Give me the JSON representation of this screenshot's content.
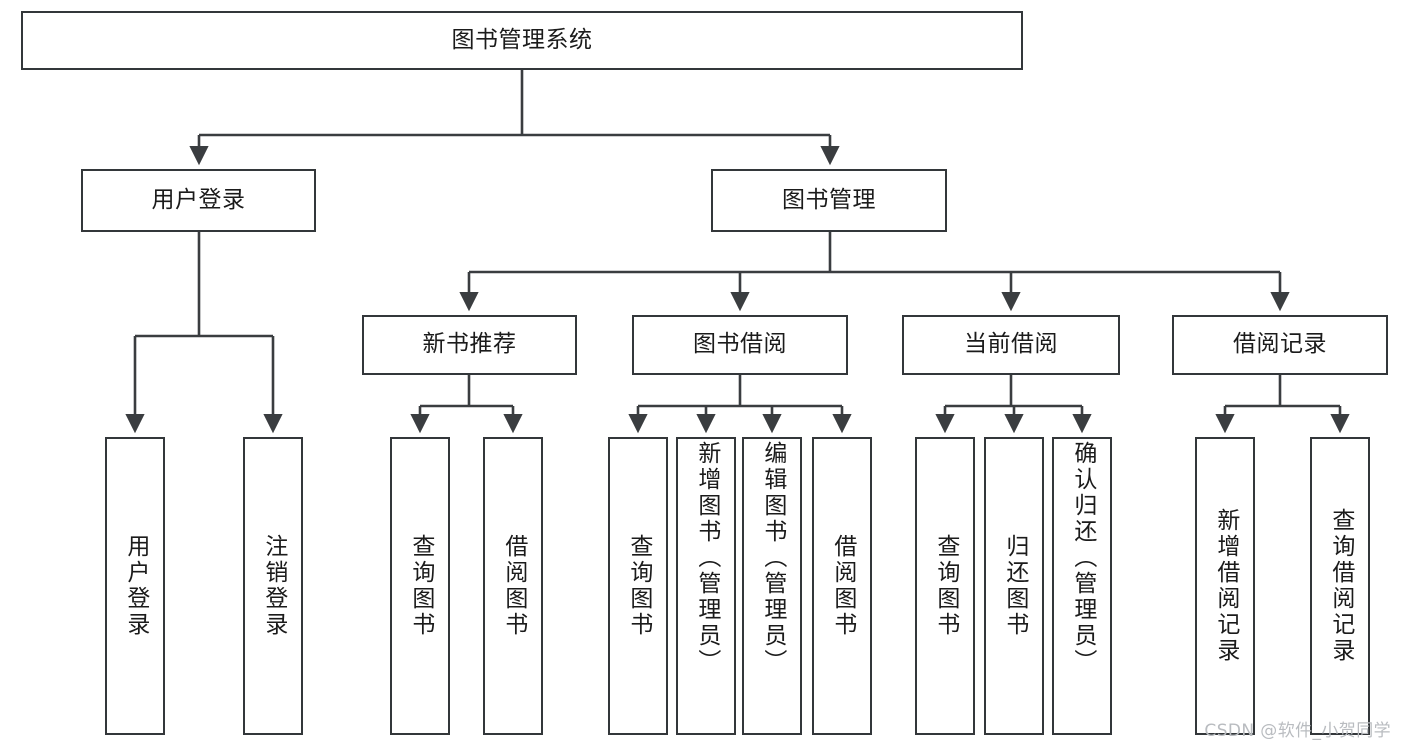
{
  "diagram": {
    "title": "图书管理系统",
    "type": "tree",
    "watermark": "CSDN @软件_小贺同学",
    "colors": {
      "box_border": "#33373a",
      "box_fill": "#ffffff",
      "connector": "#3a3d40",
      "text": "#1b1b1b",
      "watermark": "#b9bcc0",
      "background": "#ffffff"
    },
    "root": {
      "label": "图书管理系统"
    },
    "level2": [
      {
        "label": "用户登录"
      },
      {
        "label": "图书管理"
      }
    ],
    "level3": [
      {
        "label": "新书推荐"
      },
      {
        "label": "图书借阅"
      },
      {
        "label": "当前借阅"
      },
      {
        "label": "借阅记录"
      }
    ],
    "leaves": {
      "user_login": [
        {
          "label": "用户登录"
        },
        {
          "label": "注销登录"
        }
      ],
      "new_book_recommend": [
        {
          "label": "查询图书"
        },
        {
          "label": "借阅图书"
        }
      ],
      "book_borrow": [
        {
          "label": "查询图书"
        },
        {
          "label": "新增图书（管理员）"
        },
        {
          "label": "编辑图书（管理员）"
        },
        {
          "label": "借阅图书"
        }
      ],
      "current_borrow": [
        {
          "label": "查询图书"
        },
        {
          "label": "归还图书"
        },
        {
          "label": "确认归还（管理员）"
        }
      ],
      "borrow_record": [
        {
          "label": "新增借阅记录"
        },
        {
          "label": "查询借阅记录"
        }
      ]
    }
  }
}
